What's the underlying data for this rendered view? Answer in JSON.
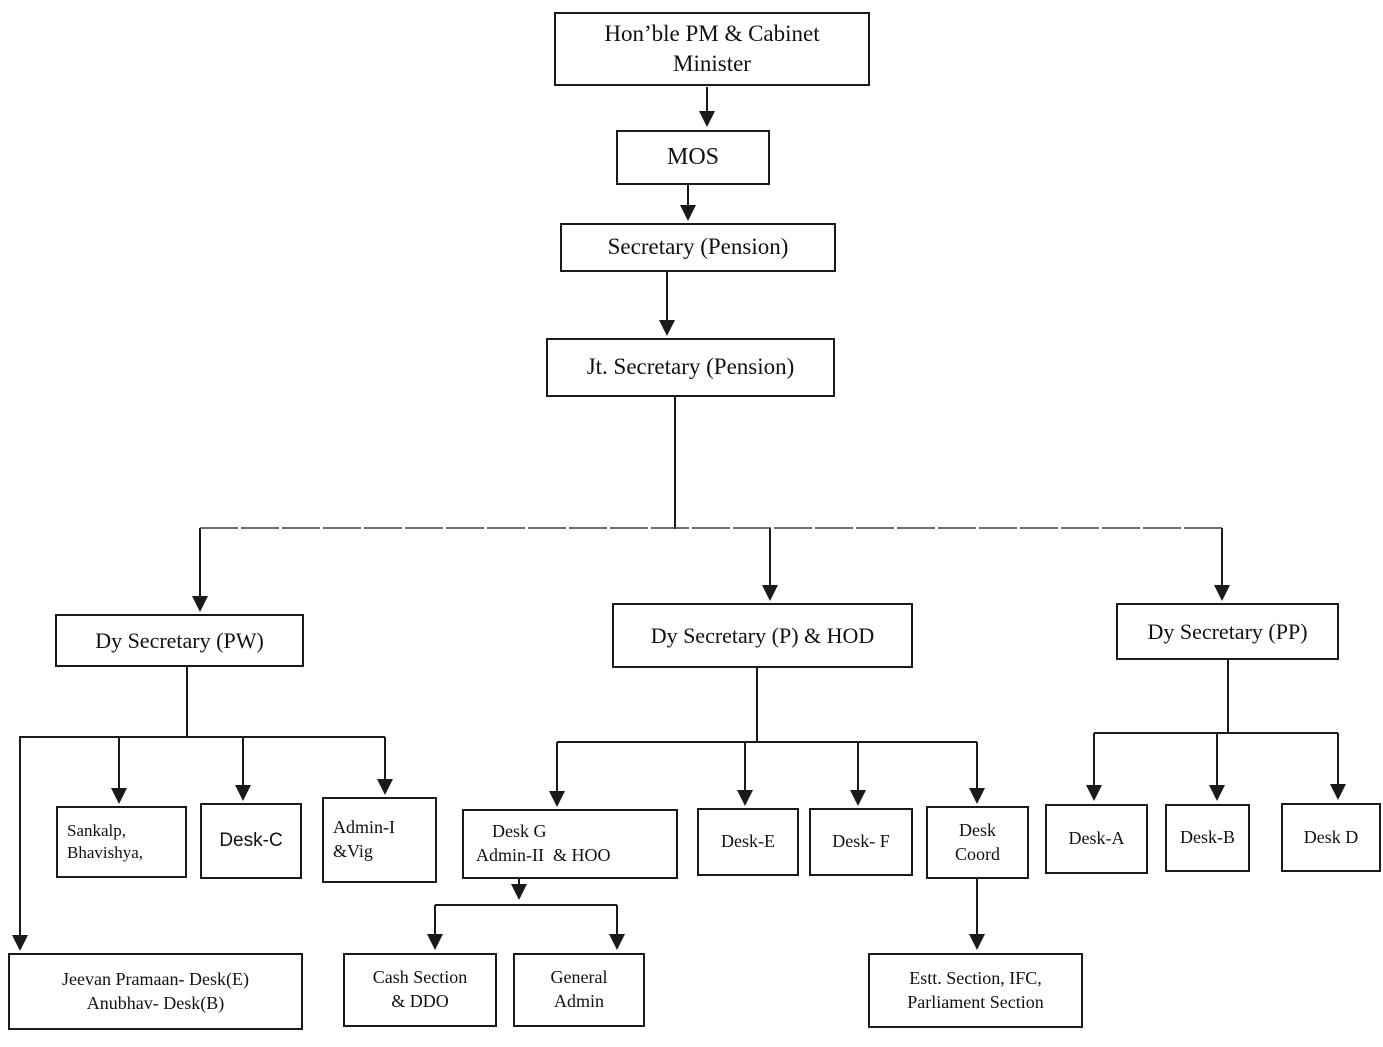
{
  "diagram": {
    "type": "org-chart",
    "subject": "Pension department organisation hierarchy"
  },
  "nodes": {
    "pm": {
      "line1": "Hon’ble PM & Cabinet",
      "line2": "Minister"
    },
    "mos": {
      "label": "MOS"
    },
    "secretary": {
      "label": "Secretary (Pension)"
    },
    "jt_secretary": {
      "label": "Jt. Secretary (Pension)"
    },
    "dy_pw": {
      "label": "Dy Secretary (PW)"
    },
    "dy_p_hod": {
      "label": "Dy Secretary (P) & HOD"
    },
    "dy_pp": {
      "label": "Dy Secretary (PP)"
    },
    "sankalp": {
      "line1": "Sankalp,",
      "line2": "Bhavishya,"
    },
    "desk_c": {
      "label": "Desk-C"
    },
    "admin_i_vig": {
      "line1": "Admin-I",
      "line2": "&Vig"
    },
    "desk_g": {
      "line1": "Desk G",
      "line2": "Admin-II  & HOO"
    },
    "desk_e": {
      "label": "Desk-E"
    },
    "desk_f": {
      "label": "Desk- F"
    },
    "desk_coord": {
      "line1": "Desk",
      "line2": "Coord"
    },
    "desk_a": {
      "label": "Desk-A"
    },
    "desk_b": {
      "label": "Desk-B"
    },
    "desk_d": {
      "label": "Desk D"
    },
    "jeevan": {
      "line1": "Jeevan Pramaan- Desk(E)",
      "line2": "Anubhav- Desk(B)"
    },
    "cash": {
      "line1": "Cash Section",
      "line2": "& DDO"
    },
    "general_admin": {
      "line1": "General",
      "line2": "Admin"
    },
    "estt": {
      "line1": "Estt. Section, IFC,",
      "line2": "Parliament Section"
    }
  },
  "hierarchy": [
    {
      "parent": "Hon’ble PM & Cabinet Minister",
      "child": "MOS"
    },
    {
      "parent": "MOS",
      "child": "Secretary (Pension)"
    },
    {
      "parent": "Secretary (Pension)",
      "child": "Jt. Secretary (Pension)"
    },
    {
      "parent": "Jt. Secretary (Pension)",
      "child": "Dy Secretary (PW)"
    },
    {
      "parent": "Jt. Secretary (Pension)",
      "child": "Dy Secretary (P) & HOD"
    },
    {
      "parent": "Jt. Secretary (Pension)",
      "child": "Dy Secretary (PP)"
    },
    {
      "parent": "Dy Secretary (PW)",
      "child": "Sankalp, Bhavishya,"
    },
    {
      "parent": "Dy Secretary (PW)",
      "child": "Desk-C"
    },
    {
      "parent": "Dy Secretary (PW)",
      "child": "Admin-I &Vig"
    },
    {
      "parent": "Dy Secretary (PW)",
      "child": "Jeevan Pramaan- Desk(E) Anubhav- Desk(B)"
    },
    {
      "parent": "Dy Secretary (P) & HOD",
      "child": "Desk G Admin-II & HOO"
    },
    {
      "parent": "Dy Secretary (P) & HOD",
      "child": "Desk-E"
    },
    {
      "parent": "Dy Secretary (P) & HOD",
      "child": "Desk- F"
    },
    {
      "parent": "Dy Secretary (P) & HOD",
      "child": "Desk Coord"
    },
    {
      "parent": "Desk G Admin-II & HOO",
      "child": "Cash Section & DDO"
    },
    {
      "parent": "Desk G Admin-II & HOO",
      "child": "General Admin"
    },
    {
      "parent": "Desk Coord",
      "child": "Estt. Section, IFC, Parliament Section"
    },
    {
      "parent": "Dy Secretary (PP)",
      "child": "Desk-A"
    },
    {
      "parent": "Dy Secretary (PP)",
      "child": "Desk-B"
    },
    {
      "parent": "Dy Secretary (PP)",
      "child": "Desk D"
    }
  ],
  "colors": {
    "background": "#ffffff",
    "box_border": "#1a1a1a",
    "line": "#1a1a1a",
    "distributor_line": "#3f3f3f",
    "text": "#111111"
  }
}
